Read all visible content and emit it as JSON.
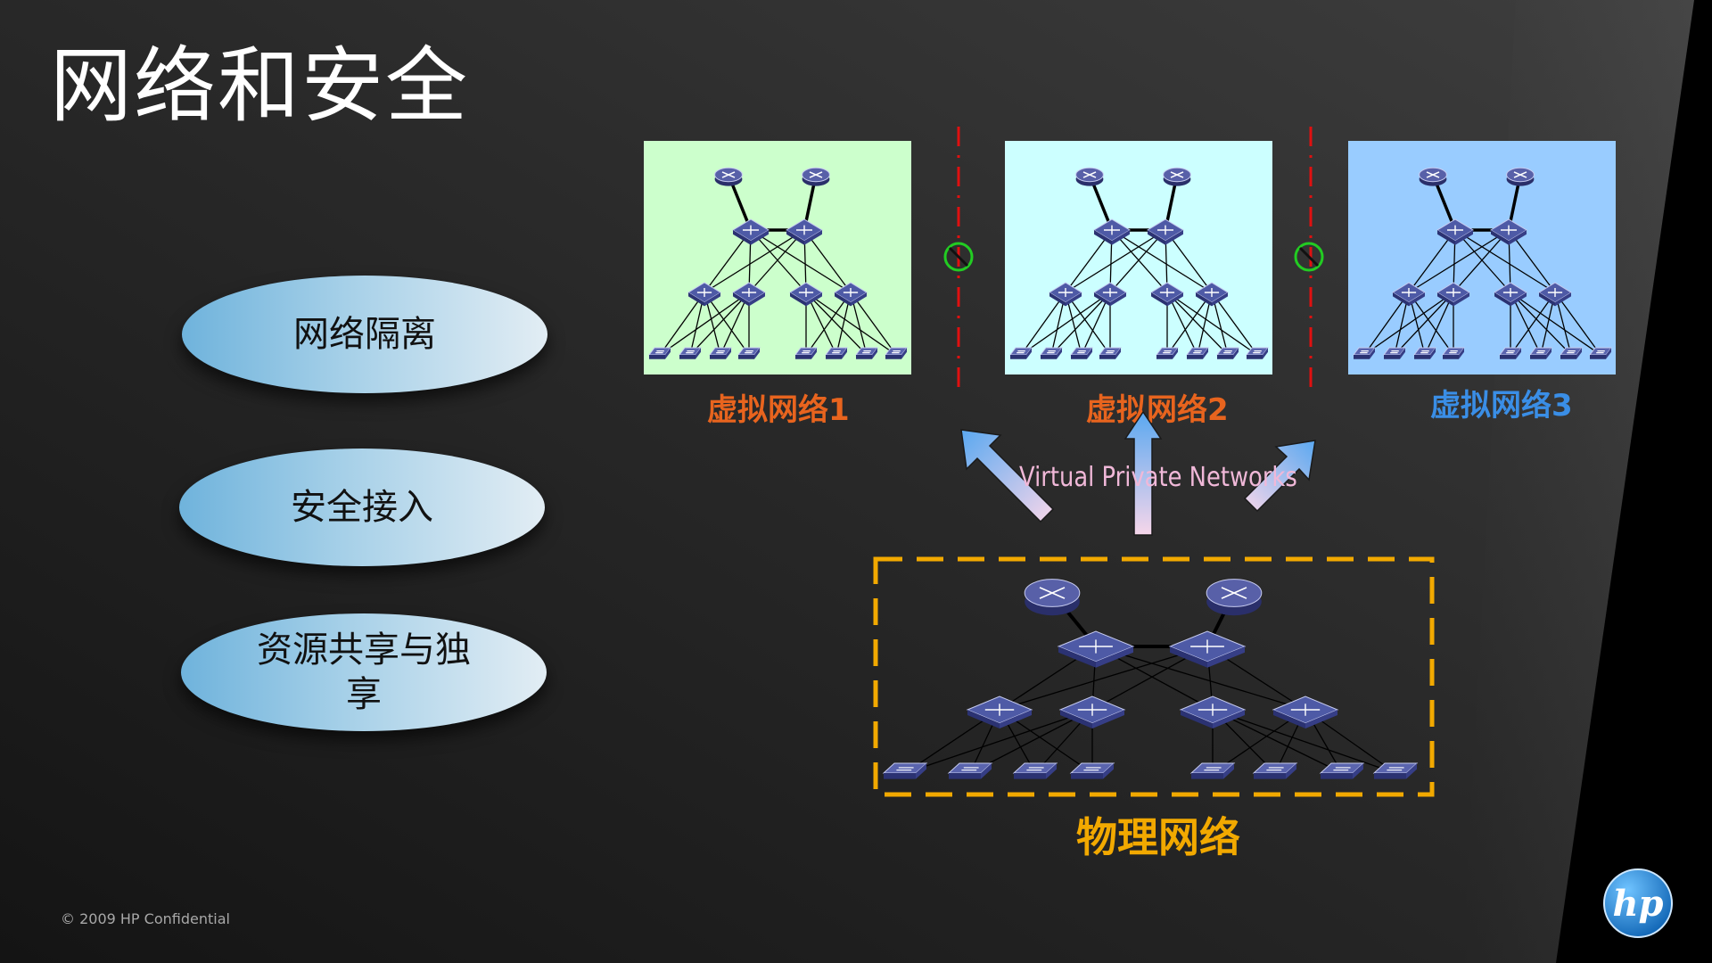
{
  "title": "网络和安全",
  "features": [
    {
      "label": "网络隔离"
    },
    {
      "label": "安全接入"
    },
    {
      "label": "资源共享与独享"
    }
  ],
  "virtual_networks": [
    {
      "label": "虚拟网络1",
      "bg": "#ccffcc",
      "label_color": "#e8641e"
    },
    {
      "label": "虚拟网络2",
      "bg": "#ccffff",
      "label_color": "#e8641e"
    },
    {
      "label": "虚拟网络3",
      "bg": "#99ccff",
      "label_color": "#3a8ee6"
    }
  ],
  "vpn_label": "Virtual Private Networks",
  "physical_network_label": "物理网络",
  "copyright": "© 2009 HP Confidential",
  "logo_text": "hp",
  "icons": {
    "router": "router-icon",
    "core_switch": "core-switch-icon",
    "distribution_switch": "distribution-switch-icon",
    "access_switch": "access-switch-icon",
    "blocked": "no-entry-icon",
    "vpn_arrow": "arrow-icon",
    "logo": "hp-logo-icon"
  },
  "colors": {
    "accent_orange": "#f2a900",
    "separator_red": "#e01010",
    "blocked_green": "#22cc22"
  }
}
